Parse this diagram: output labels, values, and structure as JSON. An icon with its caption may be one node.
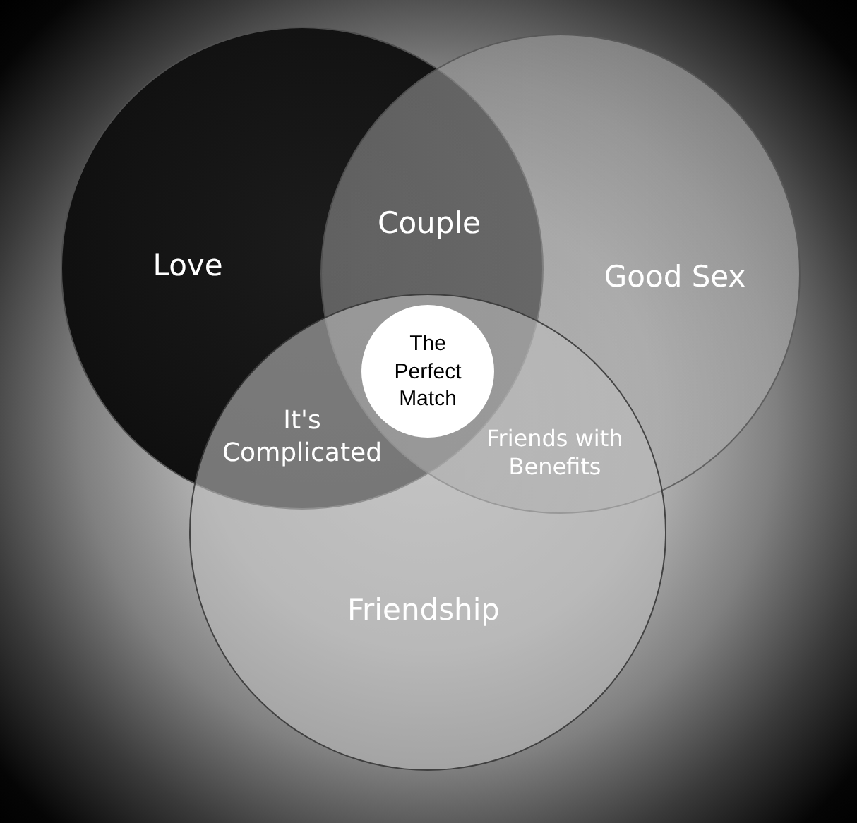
{
  "diagram": {
    "nodes": [
      {
        "text": [
          "Love"
        ]
      },
      {
        "text": [
          "Good Sex"
        ]
      },
      {
        "text": [
          "The Perfect Match"
        ]
      },
      {
        "text": [
          "Friendship"
        ]
      }
    ],
    "labels": [
      "Couple",
      "It's Complicated",
      "Friends with Benefits"
    ]
  }
}
